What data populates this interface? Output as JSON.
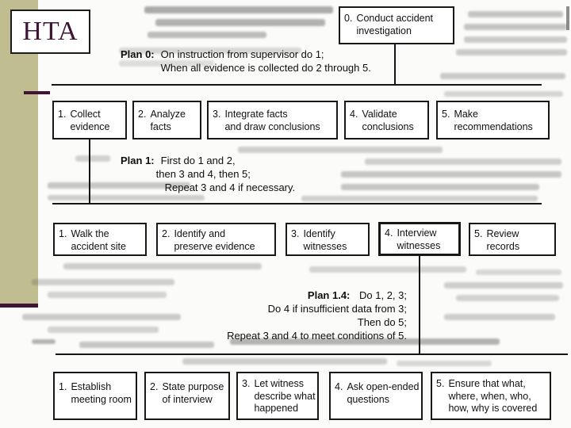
{
  "slide": {
    "title": "HTA"
  },
  "colors": {
    "accent": "#3f1435",
    "sidebar": "#c0bd90"
  },
  "diagram": {
    "root": {
      "num": "0.",
      "lines": [
        "Conduct accident",
        "investigation"
      ]
    },
    "plan0": {
      "label": "Plan 0:",
      "lines": [
        "On instruction from supervisor do 1;",
        "When all evidence is collected do 2 through 5."
      ]
    },
    "plan1": {
      "label": "Plan 1:",
      "lines": [
        "First do 1 and 2,",
        "then 3 and 4, then 5;",
        "Repeat 3 and 4 if necessary."
      ]
    },
    "plan14": {
      "label": "Plan 1.4:",
      "lines": [
        "Do 1, 2, 3;",
        "Do 4 if insufficient data from 3;",
        "Then do 5;",
        "Repeat 3 and 4 to meet conditions of 5."
      ]
    },
    "level1": [
      {
        "num": "1.",
        "lines": [
          "Collect",
          "evidence"
        ]
      },
      {
        "num": "2.",
        "lines": [
          "Analyze",
          "facts"
        ]
      },
      {
        "num": "3.",
        "lines": [
          "Integrate facts",
          "and draw conclusions"
        ]
      },
      {
        "num": "4.",
        "lines": [
          "Validate",
          "conclusions"
        ]
      },
      {
        "num": "5.",
        "lines": [
          "Make",
          "recommendations"
        ]
      }
    ],
    "level2": [
      {
        "num": "1.",
        "lines": [
          "Walk the",
          "accident site"
        ]
      },
      {
        "num": "2.",
        "lines": [
          "Identify and",
          "preserve evidence"
        ]
      },
      {
        "num": "3.",
        "lines": [
          "Identify",
          "witnesses"
        ]
      },
      {
        "num": "4.",
        "lines": [
          "Interview",
          "witnesses"
        ]
      },
      {
        "num": "5.",
        "lines": [
          "Review",
          "records"
        ]
      }
    ],
    "level3": [
      {
        "num": "1.",
        "lines": [
          "Establish",
          "meeting room"
        ]
      },
      {
        "num": "2.",
        "lines": [
          "State purpose",
          "of interview"
        ]
      },
      {
        "num": "3.",
        "lines": [
          "Let witness",
          "describe what",
          "happened"
        ]
      },
      {
        "num": "4.",
        "lines": [
          "Ask open-ended",
          "questions"
        ]
      },
      {
        "num": "5.",
        "lines": [
          "Ensure that what,",
          "where, when, who,",
          "how, why is covered"
        ]
      }
    ]
  }
}
